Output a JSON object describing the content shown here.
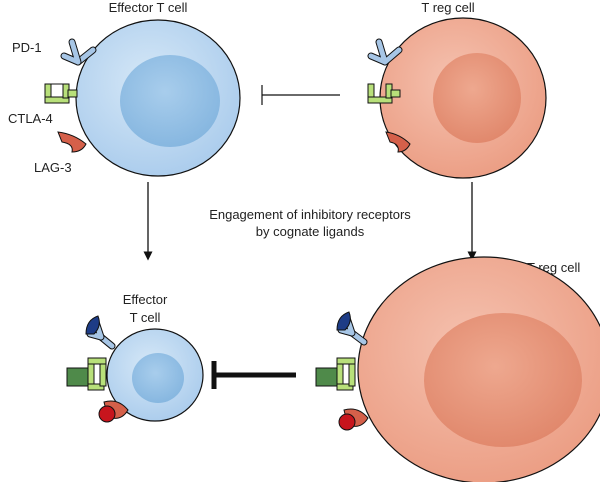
{
  "labels": {
    "effector_top": "Effector T cell",
    "treg_top": "T reg cell",
    "pd1": "PD-1",
    "ctla4": "CTLA-4",
    "lag3": "LAG-3",
    "engagement_line1": "Engagement of inhibitory receptors",
    "engagement_line2": "by cognate ligands",
    "effector_bottom_line1": "Effector",
    "effector_bottom_line2": "T cell",
    "treg_bottom": "T reg cell"
  },
  "colors": {
    "effector_cell": "#b5d3ee",
    "effector_nucleus": "#8fbde3",
    "treg_cell": "#eea58d",
    "treg_nucleus": "#e48d72",
    "pd1_receptor": "#a7c6e6",
    "ctla4_receptor": "#b8e07a",
    "lag3_receptor": "#d5604a",
    "pd1_ligand": "#1d3c86",
    "ctla4_ligand": "#4f8a4a",
    "lag3_ligand": "#c7151d"
  }
}
